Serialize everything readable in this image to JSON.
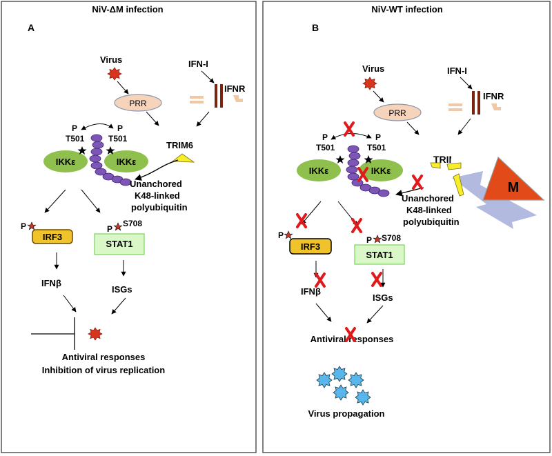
{
  "panelA": {
    "title": "NiV-ΔM infection",
    "letter": "A",
    "virus": "Virus",
    "ifn": "IFN-I",
    "ifnr": "IFNR",
    "prr": "PRR",
    "trim6": "TRIM6",
    "p": "P",
    "t501": "T501",
    "ikke": "IKKε",
    "ubiq1": "Unanchored",
    "ubiq2": "K48-linked",
    "ubiq3": "polyubiquitin",
    "irf3": "IRF3",
    "stat1": "STAT1",
    "s708": "S708",
    "ifnb": "IFNβ",
    "isgs": "ISGs",
    "resp1": "Antiviral responses",
    "resp2": "Inhibition of virus replication"
  },
  "panelB": {
    "title": "NiV-WT infection",
    "letter": "B",
    "virus": "Virus",
    "ifn": "IFN-I",
    "ifnr": "IFNR",
    "prr": "PRR",
    "trim6": "TRIM6",
    "p": "P",
    "t501": "T501",
    "ikke": "IKKε",
    "ubiq1": "Unanchored",
    "ubiq2": "K48-linked",
    "ubiq3": "polyubiquitin",
    "irf3": "IRF3",
    "stat1": "STAT1",
    "s708": "S708",
    "ifnb": "IFNβ",
    "isgs": "ISGs",
    "resp": "Antiviral responses",
    "m": "M",
    "prop": "Virus propagation"
  },
  "colors": {
    "virus": "#d9341c",
    "prr": "#f6d3bb",
    "ikke": "#8fbf4c",
    "ubiquitin": "#7d55b7",
    "trim6": "#f6ee2b",
    "irf3": "#f0c32b",
    "stat1": "#d9f7c7",
    "receptor": "#7a2410",
    "x_mark": "#e0191b",
    "m_protein": "#e24a1a",
    "lightning": "#aab3dd",
    "virion": "#59b6ea"
  }
}
